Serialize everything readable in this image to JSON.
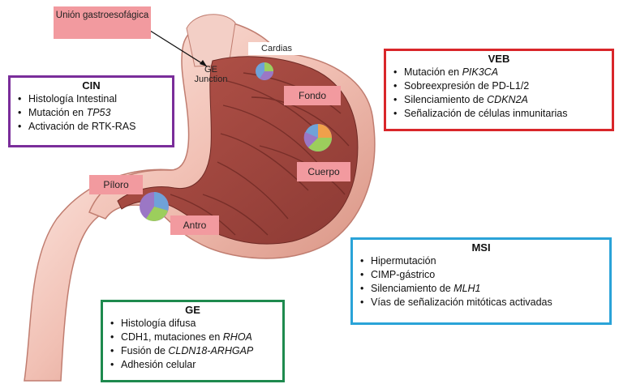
{
  "labels": {
    "union": "Unión gastroesofágica",
    "cardias": "Cardias",
    "ge_junction": "GE Junction",
    "fondo": "Fondo",
    "cuerpo": "Cuerpo",
    "piloro": "Píloro",
    "antro": "Antro"
  },
  "boxes": {
    "cin": {
      "title": "CIN",
      "color": "#7a2d9a",
      "items": [
        {
          "pre": "Histología Intestinal",
          "ital": "",
          "post": ""
        },
        {
          "pre": "Mutación en ",
          "ital": "TP53",
          "post": ""
        },
        {
          "pre": "Activación de RTK-RAS",
          "ital": "",
          "post": ""
        }
      ]
    },
    "veb": {
      "title": "VEB",
      "color": "#d9262a",
      "items": [
        {
          "pre": "Mutación en ",
          "ital": "PIK3CA",
          "post": ""
        },
        {
          "pre": "Sobreexpresión de PD-L1/2",
          "ital": "",
          "post": ""
        },
        {
          "pre": "Silenciamiento de ",
          "ital": "CDKN2A",
          "post": ""
        },
        {
          "pre": "Señalización de células inmunitarias",
          "ital": "",
          "post": ""
        }
      ]
    },
    "msi": {
      "title": "MSI",
      "color": "#2aa3d8",
      "items": [
        {
          "pre": "Hipermutación",
          "ital": "",
          "post": ""
        },
        {
          "pre": "CIMP-gástrico",
          "ital": "",
          "post": ""
        },
        {
          "pre": "Silenciamiento de ",
          "ital": "MLH1",
          "post": ""
        },
        {
          "pre": "Vías de señalización mitóticas activadas",
          "ital": "",
          "post": ""
        }
      ]
    },
    "ge": {
      "title": "GE",
      "color": "#1e8a4e",
      "items": [
        {
          "pre": "Histología difusa",
          "ital": "",
          "post": ""
        },
        {
          "pre": "CDH1, mutaciones en ",
          "ital": "RHOA",
          "post": ""
        },
        {
          "pre": "Fusión de ",
          "ital": "CLDN18-ARHGAP",
          "post": ""
        },
        {
          "pre": "Adhesión celular",
          "ital": "",
          "post": ""
        }
      ]
    }
  }
}
